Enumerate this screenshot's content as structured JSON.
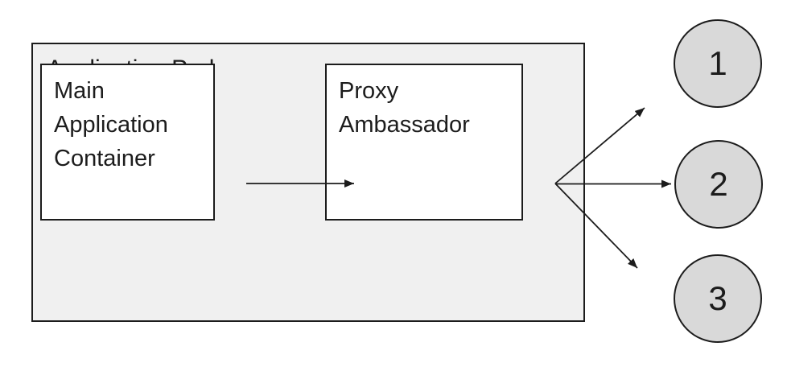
{
  "diagram": {
    "pod": {
      "label": "Application Pod"
    },
    "containers": [
      {
        "id": "main-application-container",
        "label": "Main Application Container"
      },
      {
        "id": "proxy-ambassador",
        "label": "Proxy Ambassador"
      }
    ],
    "endpoints": [
      {
        "label": "1"
      },
      {
        "label": "2"
      },
      {
        "label": "3"
      }
    ],
    "connections": [
      {
        "from": "Main Application Container",
        "to": "Proxy Ambassador"
      },
      {
        "from": "Proxy Ambassador",
        "to": "1"
      },
      {
        "from": "Proxy Ambassador",
        "to": "2"
      },
      {
        "from": "Proxy Ambassador",
        "to": "3"
      }
    ],
    "colors": {
      "pod_fill": "#f0f0f0",
      "container_fill": "#ffffff",
      "endpoint_fill": "#d9d9d9",
      "stroke": "#1c1c1c",
      "background": "#ffffff"
    }
  }
}
